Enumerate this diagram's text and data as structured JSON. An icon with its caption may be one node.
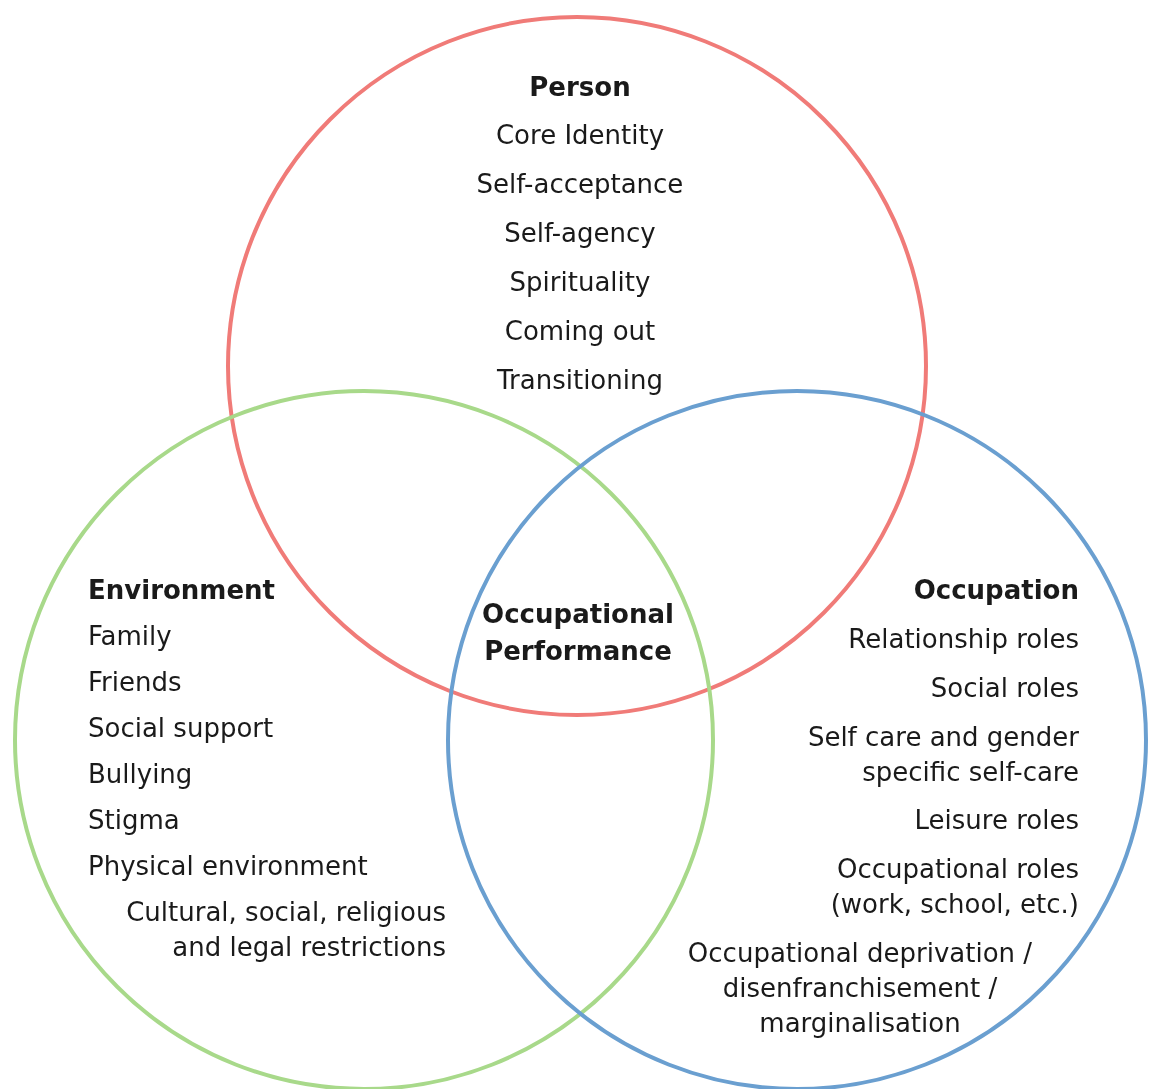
{
  "diagram": {
    "nodes": [
      {
        "text": [
          "Person",
          "Core Identity",
          "Self-acceptance",
          "Self-agency",
          "Spirituality",
          "Coming out",
          "Transitioning"
        ]
      },
      {
        "text": [
          "Environment",
          "Family",
          "Friends",
          "Social support",
          "Bullying",
          "Stigma",
          "Physical environment",
          "Cultural, social, religious and legal restrictions"
        ]
      },
      {
        "text": [
          "Occupation",
          "Relationship roles",
          "Social roles",
          "Self care and gender specific self-care",
          "Leisure roles",
          "Occupational roles (work, school, etc.)",
          "Occupational deprivation / disenfranchisement / marginalisation"
        ]
      }
    ],
    "labels": [
      "Occupational Performance"
    ]
  }
}
